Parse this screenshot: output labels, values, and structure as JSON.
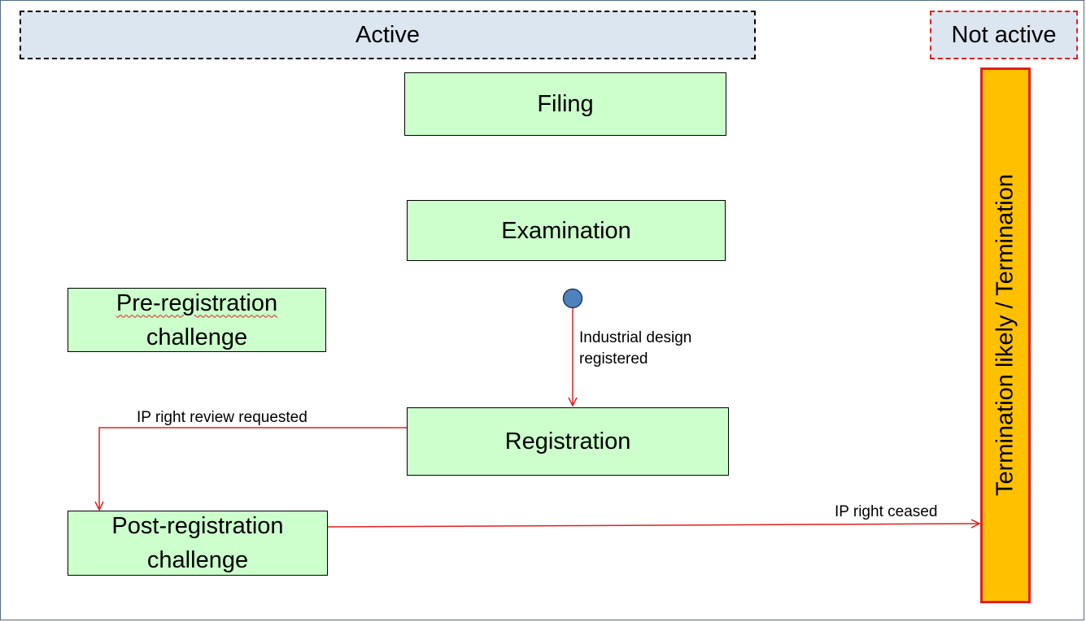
{
  "columns": {
    "active_label": "Active",
    "not_active_label": "Not active"
  },
  "states": {
    "filing": "Filing",
    "examination": "Examination",
    "pre_registration": {
      "line1": "Pre-registration",
      "line2": "challenge"
    },
    "registration": "Registration",
    "post_registration": {
      "line1": "Post-registration",
      "line2": "challenge"
    },
    "termination": "Termination likely / Termination"
  },
  "transitions": {
    "design_registered": {
      "line1": "Industrial design",
      "line2": "registered"
    },
    "review_requested": "IP right review requested",
    "right_ceased": "IP right ceased"
  },
  "colors": {
    "state_fill": "#ccffcc",
    "header_fill": "#dce6f1",
    "termination_fill": "#ffc000",
    "transition_line": "#e02020",
    "start_node": "#4f81bd"
  }
}
